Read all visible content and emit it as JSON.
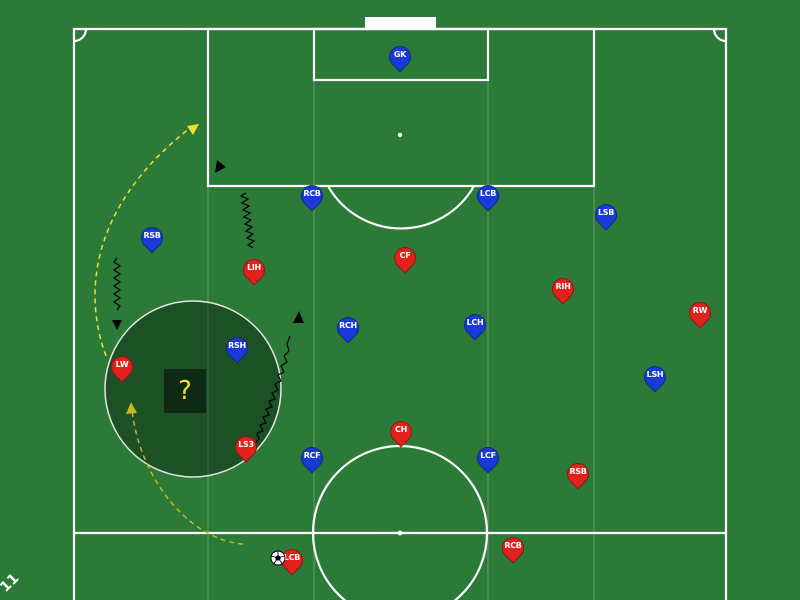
{
  "question_mark": "?",
  "corner_label": "11",
  "colors": {
    "pitch": "#2b7a37",
    "home_team": "#1a3ad6",
    "away_team": "#e0211c",
    "run_arrow": "#f3e02b",
    "dribble_arrow": "#000000"
  },
  "players": {
    "blue": [
      {
        "id": "gk",
        "label": "GK"
      },
      {
        "id": "rcb",
        "label": "RCB"
      },
      {
        "id": "lcb",
        "label": "LCB"
      },
      {
        "id": "lsb",
        "label": "LSB"
      },
      {
        "id": "rsb",
        "label": "RSB"
      },
      {
        "id": "rch",
        "label": "RCH"
      },
      {
        "id": "lch",
        "label": "LCH"
      },
      {
        "id": "rsh",
        "label": "RSH"
      },
      {
        "id": "lsh",
        "label": "LSH"
      },
      {
        "id": "rcf",
        "label": "RCF"
      },
      {
        "id": "lcf",
        "label": "LCF"
      }
    ],
    "red": [
      {
        "id": "cf",
        "label": "CF"
      },
      {
        "id": "lih",
        "label": "LIH"
      },
      {
        "id": "rih",
        "label": "RIH"
      },
      {
        "id": "rw",
        "label": "RW"
      },
      {
        "id": "lw",
        "label": "LW"
      },
      {
        "id": "ls3",
        "label": "LS3"
      },
      {
        "id": "ch",
        "label": "CH"
      },
      {
        "id": "rsb",
        "label": "RSB"
      },
      {
        "id": "lcb",
        "label": "LCB"
      },
      {
        "id": "rcb",
        "label": "RCB"
      }
    ]
  },
  "ball_icon": "soccer-ball-icon"
}
